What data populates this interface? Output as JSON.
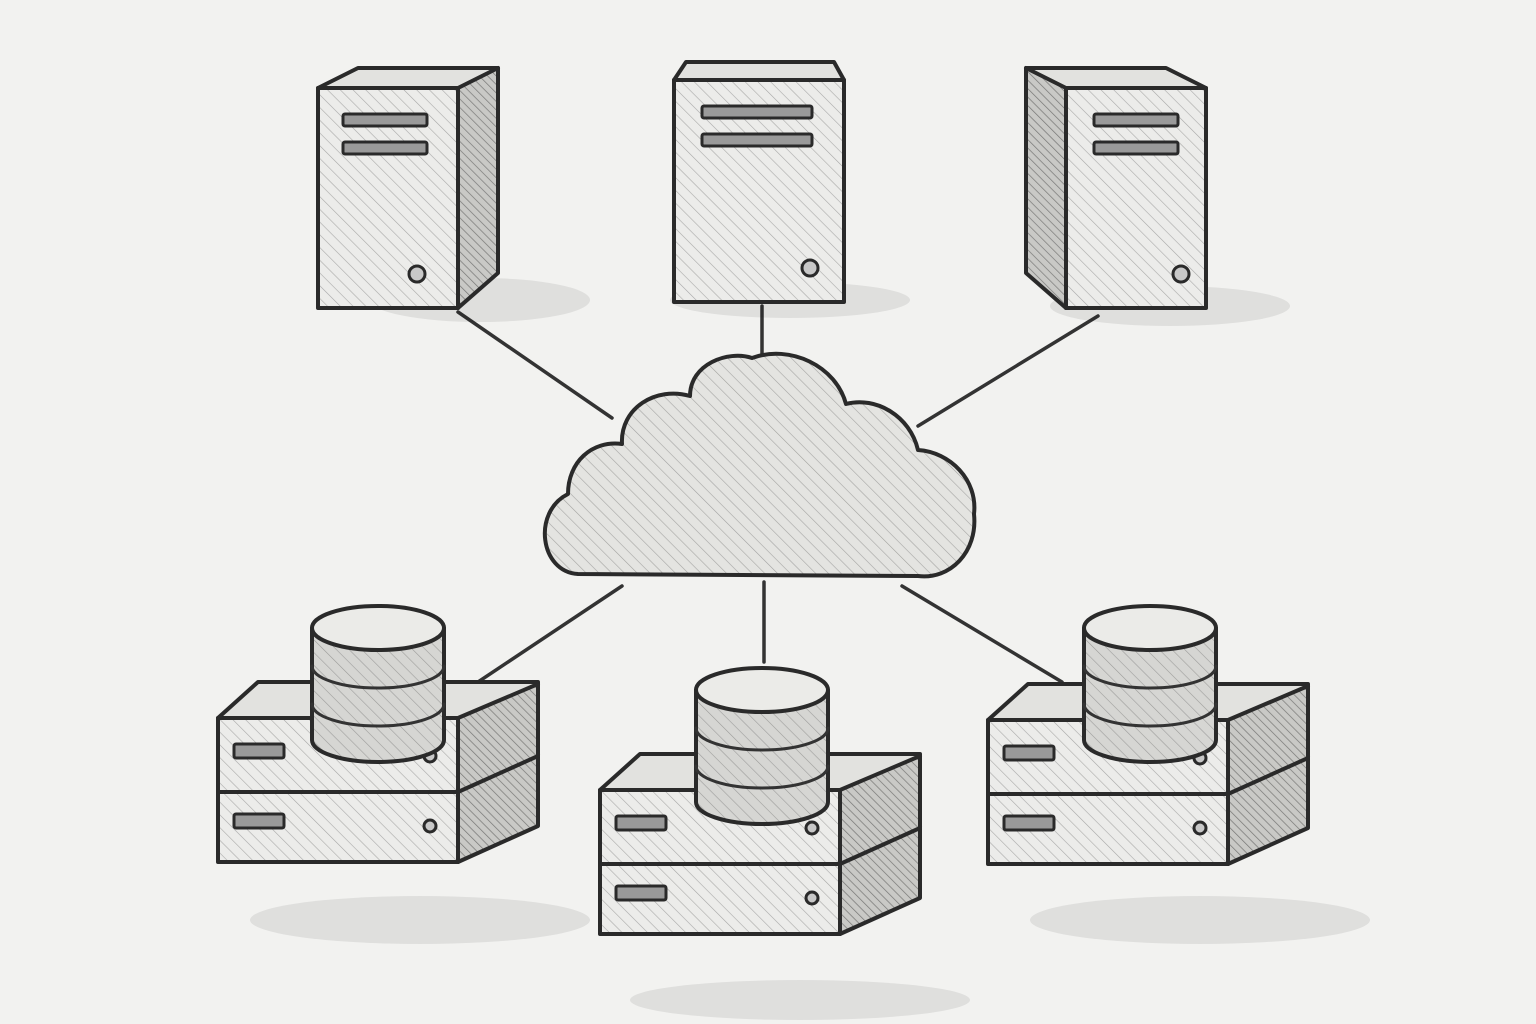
{
  "diagram": {
    "style": "pencil-sketch",
    "colors": {
      "paper": "#f2f2f0",
      "ink": "#2a2a2a",
      "shade": "#c9c9c6"
    },
    "nodes": [
      {
        "id": "server-1",
        "kind": "tower-server",
        "icon": "server-tower-icon"
      },
      {
        "id": "server-2",
        "kind": "tower-server",
        "icon": "server-tower-icon"
      },
      {
        "id": "server-3",
        "kind": "tower-server",
        "icon": "server-tower-icon"
      },
      {
        "id": "cloud",
        "kind": "cloud",
        "icon": "cloud-icon"
      },
      {
        "id": "storage-1",
        "kind": "database-storage-stack",
        "icon": "database-icon"
      },
      {
        "id": "storage-2",
        "kind": "database-storage-stack",
        "icon": "database-icon"
      },
      {
        "id": "storage-3",
        "kind": "database-storage-stack",
        "icon": "database-icon"
      }
    ],
    "edges": [
      {
        "from": "server-1",
        "to": "cloud"
      },
      {
        "from": "server-2",
        "to": "cloud"
      },
      {
        "from": "server-3",
        "to": "cloud"
      },
      {
        "from": "cloud",
        "to": "storage-1"
      },
      {
        "from": "cloud",
        "to": "storage-2"
      },
      {
        "from": "cloud",
        "to": "storage-3"
      }
    ]
  }
}
